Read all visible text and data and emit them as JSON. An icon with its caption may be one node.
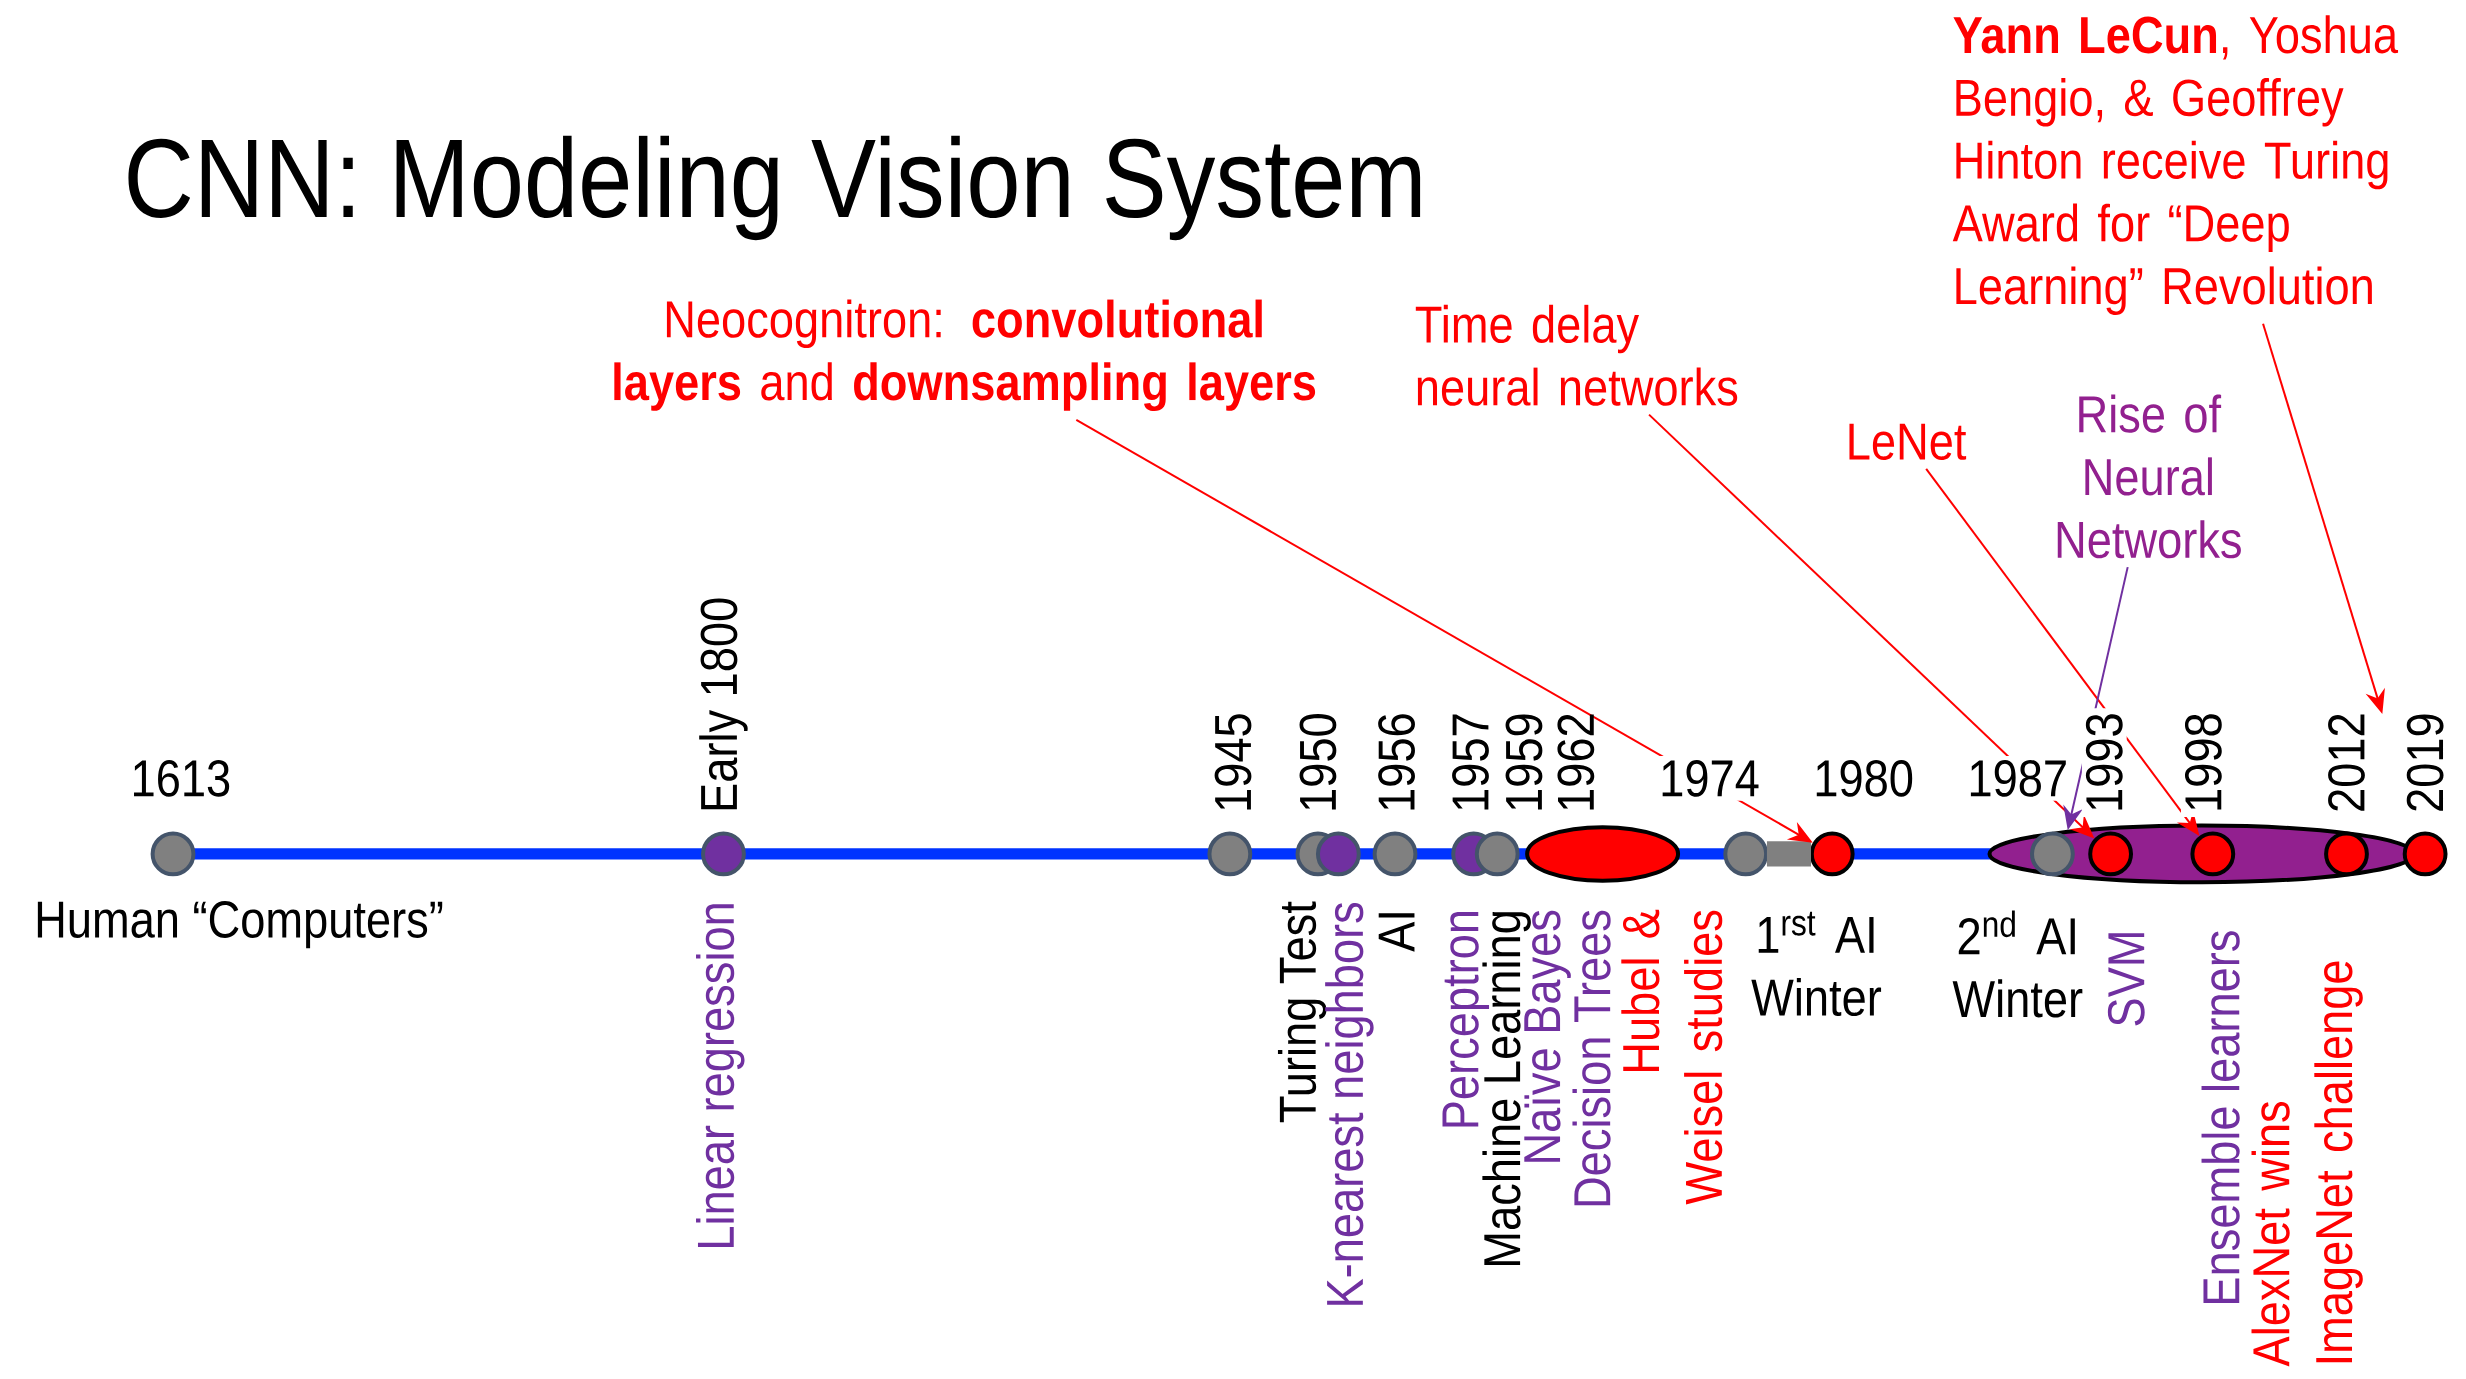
{
  "diagram": {
    "title": "CNN: Modeling Vision System",
    "nodes": [
      {
        "text": [],
        "shape": "circle",
        "beside": [
          "1613",
          "Human “Computers”"
        ]
      },
      {
        "text": [],
        "shape": "circle",
        "beside": [
          "Early 1800",
          "Linear regression"
        ]
      },
      {
        "text": [],
        "shape": "circle",
        "beside": [
          "1945"
        ]
      },
      {
        "text": [],
        "shape": "circle",
        "beside": [
          "1950",
          "Turing Test"
        ]
      },
      {
        "text": [],
        "shape": "circle",
        "beside": [
          "K-nearest neighbors"
        ]
      },
      {
        "text": [],
        "shape": "circle",
        "beside": [
          "1956",
          "AI"
        ]
      },
      {
        "text": [],
        "shape": "circle",
        "beside": [
          "1957",
          "Perceptron"
        ]
      },
      {
        "text": [],
        "shape": "circle",
        "beside": [
          "1959",
          "Machine Learning"
        ]
      },
      {
        "text": [],
        "shape": "ellipse",
        "beside": [
          "1962",
          "Hubel & Weisel studies"
        ]
      },
      {
        "text": [],
        "shape": "circle",
        "beside": [
          "1974"
        ]
      },
      {
        "text": [],
        "shape": "circle",
        "beside": [
          "1980"
        ]
      },
      {
        "text": [],
        "shape": "circle",
        "beside": [
          "1987"
        ],
        "in": 12
      },
      {
        "text": [],
        "shape": "ellipse"
      },
      {
        "text": [],
        "shape": "circle",
        "beside": [
          "1993",
          "SVM"
        ],
        "in": 12
      },
      {
        "text": [],
        "shape": "circle",
        "beside": [
          "1998",
          "Ensemble learners"
        ],
        "in": 12
      },
      {
        "text": [],
        "shape": "circle",
        "beside": [
          "2012",
          "AlexNet wins ImageNet challenge"
        ],
        "in": 12
      },
      {
        "text": [],
        "shape": "circle",
        "beside": [
          "2019"
        ]
      },
      {
        "text": [
          "Neocognitron: **convolutional layers** and **downsampling layers**"
        ]
      },
      {
        "text": [
          "Time delay neural networks"
        ]
      },
      {
        "text": [
          "LeNet"
        ]
      },
      {
        "text": [
          "Rise of Neural Networks"
        ]
      },
      {
        "text": [
          "**Yann LeCun**, Yoshua Bengio, & Geoffrey Hinton receive Turing Award for “Deep Learning” Revolution"
        ]
      },
      {
        "text": [],
        "shape": "bar",
        "beside": [
          "1$^{rst}$ AI Winter"
        ]
      }
    ],
    "edges": [
      {
        "from": 17,
        "to": 10,
        "arrow": "to"
      },
      {
        "from": 18,
        "to": 13,
        "arrow": "to"
      },
      {
        "from": 19,
        "to": 14,
        "arrow": "to"
      },
      {
        "from": 20,
        "to": 12,
        "arrow": "to",
        "color": "#7030a0"
      },
      {
        "from": 21,
        "to": 16,
        "arrow": "to"
      }
    ],
    "labels": [
      "Naïve Bayes",
      "Decision Trees",
      "2$^{nd}$ AI Winter"
    ]
  }
}
